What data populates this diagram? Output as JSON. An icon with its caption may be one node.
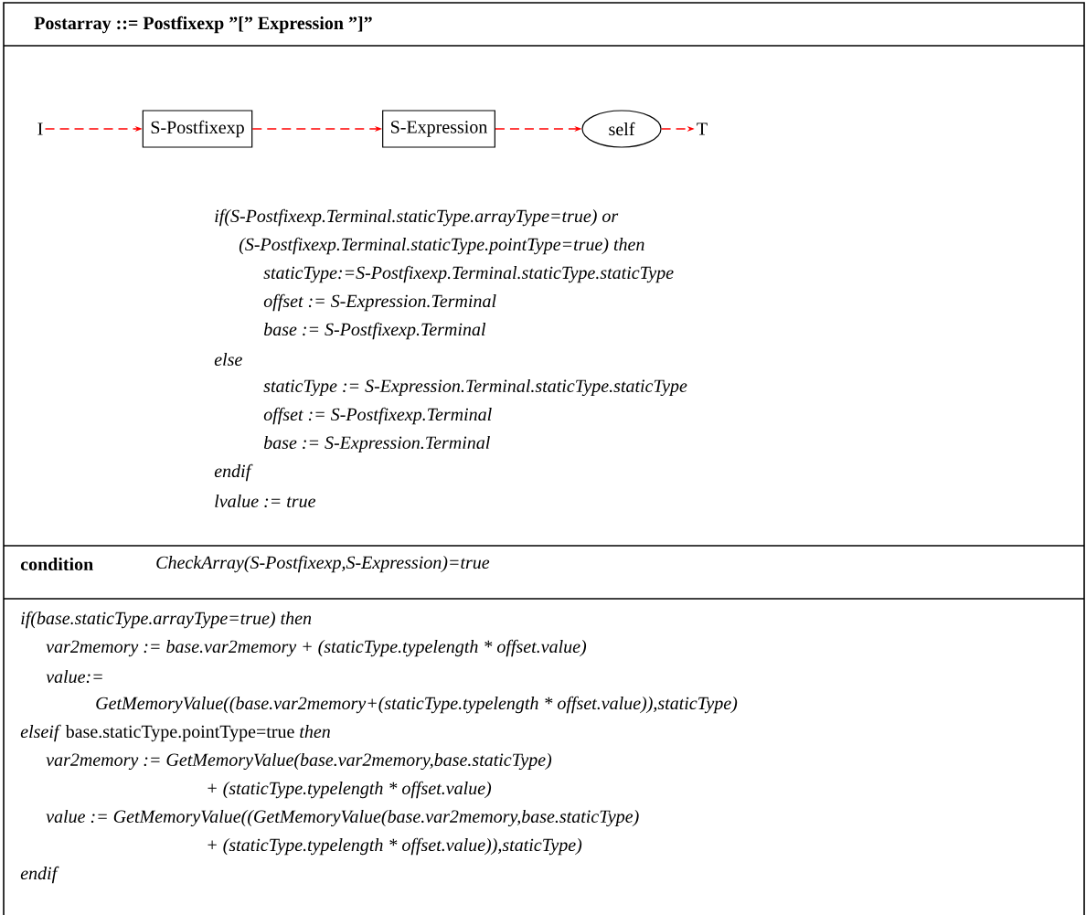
{
  "diagram": {
    "title": "Postarray ::= Postfixexp ”[” Expression ”]”",
    "nodes": [
      {
        "text": [
          "I"
        ]
      },
      {
        "text": [
          "S-Postfixexp"
        ]
      },
      {
        "text": [
          "S-Expression"
        ]
      },
      {
        "text": [
          "self"
        ]
      },
      {
        "text": [
          "T"
        ]
      }
    ],
    "edges": [
      {
        "from": 0,
        "to": 1,
        "arrow": "to",
        "style": "dashed",
        "color": "#ff0000"
      },
      {
        "from": 1,
        "to": 2,
        "arrow": "to",
        "style": "dashed",
        "color": "#ff0000"
      },
      {
        "from": 2,
        "to": 3,
        "arrow": "to",
        "style": "dashed",
        "color": "#ff0000"
      },
      {
        "from": 3,
        "to": 4,
        "arrow": "to",
        "style": "dashed",
        "color": "#ff0000"
      }
    ],
    "labels": [
      "if(S-Postfixexp.Terminal.staticType.arrayType=true) or",
      "(S-Postfixexp.Terminal.staticType.pointType=true) then",
      "staticType:=S-Postfixexp.Terminal.staticType.staticType",
      "offset := S-Expression.Terminal",
      "base := S-Postfixexp.Terminal",
      "else",
      "staticType := S-Expression.Terminal.staticType.staticType",
      "offset := S-Postfixexp.Terminal",
      "base := S-Expression.Terminal",
      "endif",
      "lvalue := true",
      "condition",
      "CheckArray(S-Postfixexp,S-Expression)=true",
      "if(base.staticType.arrayType=true) then",
      "var2memory := base.var2memory + (staticType.typelength * offset.value)",
      "value:=",
      "GetMemoryValue((base.var2memory+(staticType.typelength * offset.value)),staticType)",
      "*elseif* base.staticType.pointType=true *then*",
      "var2memory := GetMemoryValue(base.var2memory,base.staticType)",
      "+ (staticType.typelength * offset.value)",
      "value := GetMemoryValue((GetMemoryValue(base.var2memory,base.staticType)",
      "+ (staticType.typelength * offset.value)),staticType)",
      "endif"
    ]
  }
}
